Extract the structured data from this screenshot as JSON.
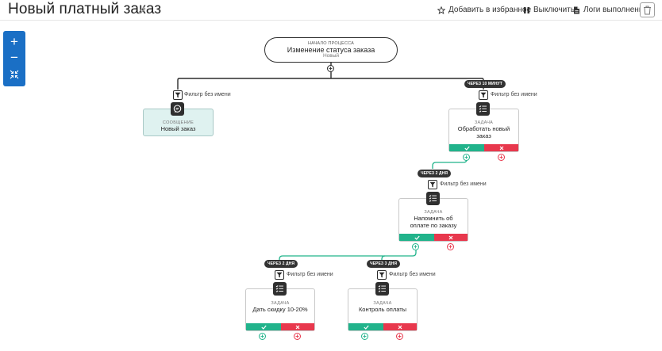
{
  "header": {
    "title": "Новый платный заказ",
    "favorite_label": "Добавить в избранное",
    "disable_label": "Выключить",
    "logs_label": "Логи выполнения"
  },
  "zoom": {
    "in": "+",
    "out": "−"
  },
  "start": {
    "caption": "НАЧАЛО ПРОЦЕССА",
    "name": "Изменение статуса заказа",
    "status": "Новый"
  },
  "filter_label": "Фильтр без имени",
  "nodes": {
    "message": {
      "caption": "СООБЩЕНИЕ",
      "name": "Новый заказ"
    },
    "task1": {
      "delay": "ЧЕРЕЗ 10 МИНУТ",
      "caption": "ЗАДАЧА",
      "name": "Обработать новый заказ"
    },
    "task2": {
      "delay": "ЧЕРЕЗ 2 ДНЯ",
      "caption": "ЗАДАЧА",
      "name": "Напомнить об оплате по заказу"
    },
    "task3": {
      "delay": "ЧЕРЕЗ 2 ДНЯ",
      "caption": "ЗАДАЧА",
      "name": "Дать скидку 10-20%"
    },
    "task4": {
      "delay": "ЧЕРЕЗ 3 ДНЯ",
      "caption": "ЗАДАЧА",
      "name": "Контроль оплаты"
    }
  },
  "colors": {
    "accent": "#1a6fc5",
    "success": "#21b38b",
    "danger": "#e8384d",
    "message_bg": "#dff2f0"
  }
}
